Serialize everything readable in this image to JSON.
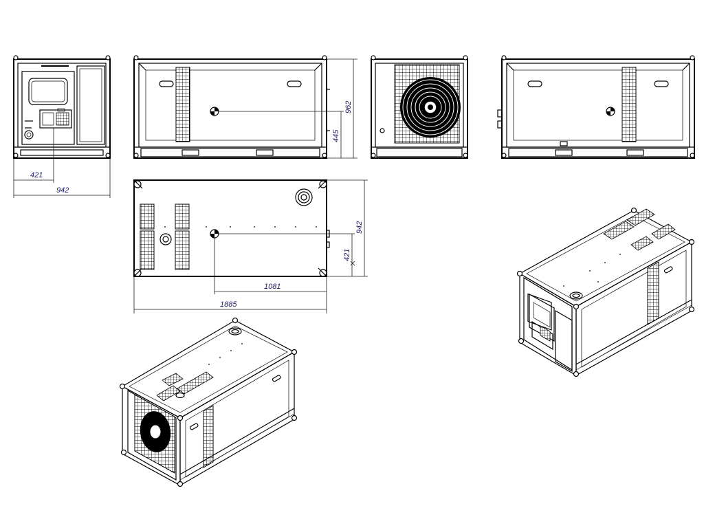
{
  "dimensions": {
    "front_offset": "421",
    "front_width": "942",
    "side_height": "962",
    "side_center_height": "445",
    "top_depth": "942",
    "top_center_offset": "421",
    "top_center_x": "1081",
    "top_length": "1885"
  },
  "colors": {
    "line": "#000000",
    "dimension_text": "#1a1a66",
    "background": "#ffffff"
  }
}
